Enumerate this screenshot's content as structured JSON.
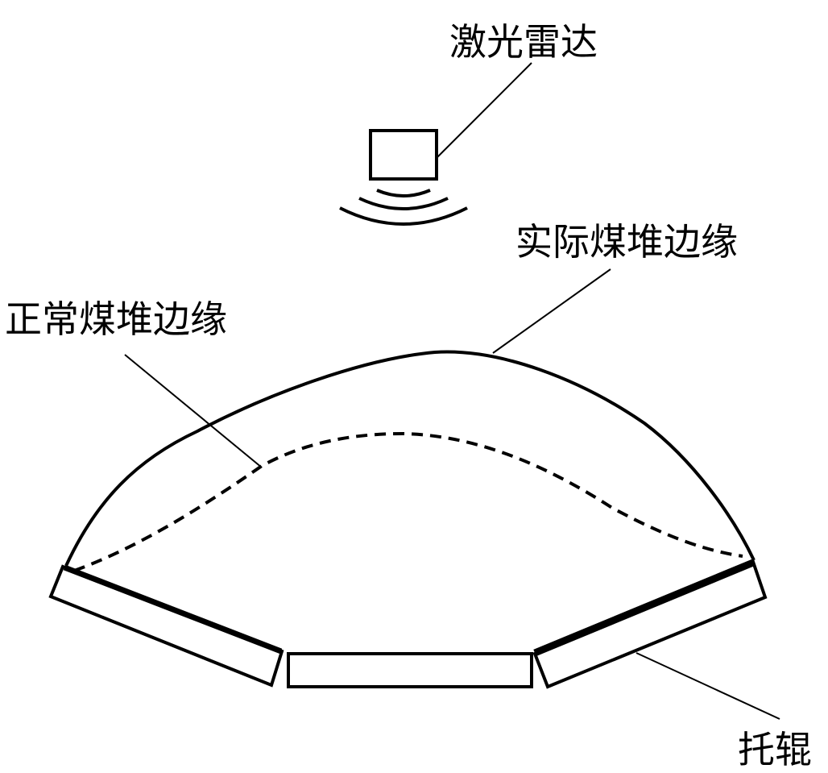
{
  "labels": {
    "lidar": "激光雷达",
    "actual_edge": "实际煤堆边缘",
    "normal_edge": "正常煤堆边缘",
    "idler": "托辊"
  },
  "colors": {
    "stroke": "#000000",
    "background": "#ffffff"
  }
}
